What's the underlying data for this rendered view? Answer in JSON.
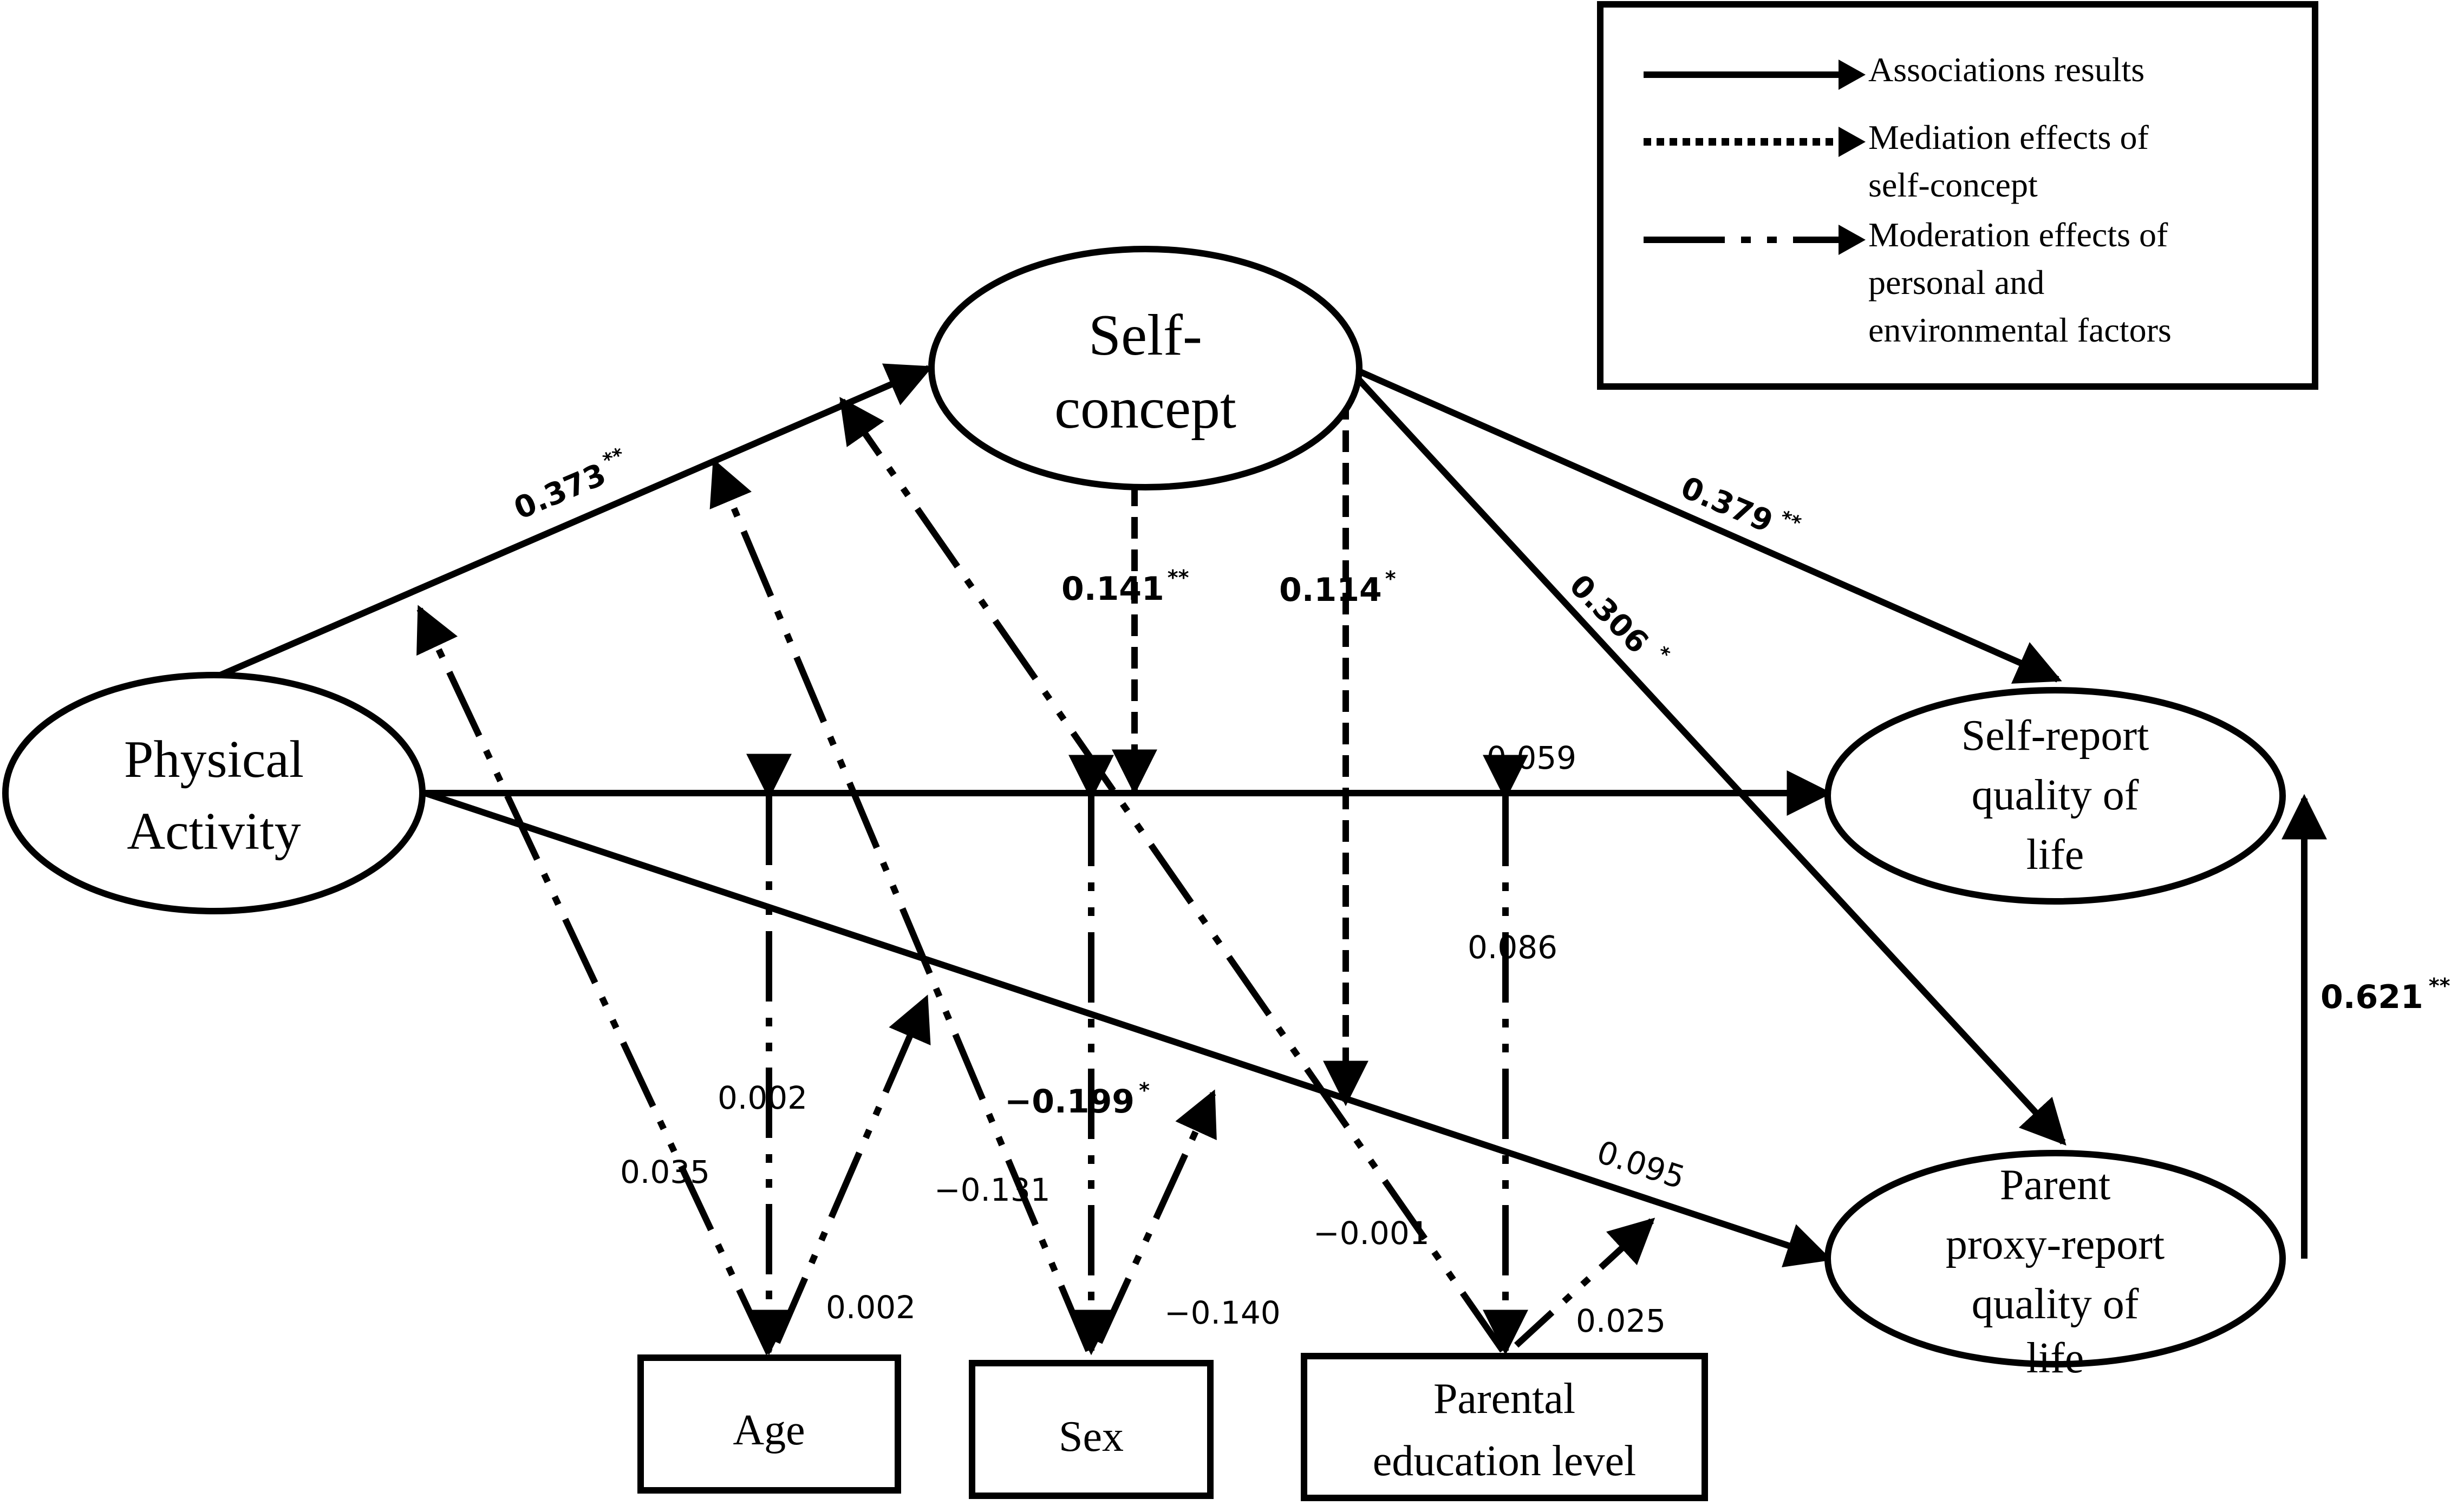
{
  "legend": {
    "items": [
      {
        "line": "solid",
        "label_lines": [
          "Associations results"
        ]
      },
      {
        "line": "dotted",
        "label_lines": [
          "Mediation effects of",
          "self-concept"
        ]
      },
      {
        "line": "dash-dot",
        "label_lines": [
          "Moderation effects of",
          "personal and",
          "environmental factors"
        ]
      }
    ]
  },
  "nodes": {
    "physical_activity": {
      "lines": [
        "Physical",
        "Activity"
      ]
    },
    "self_concept": {
      "lines": [
        "Self-",
        "concept"
      ]
    },
    "self_report_qol": {
      "lines": [
        "Self-report",
        "quality of",
        "life"
      ]
    },
    "parent_proxy_qol": {
      "lines": [
        "Parent",
        "proxy-report",
        "quality of",
        "life"
      ]
    },
    "age": {
      "lines": [
        "Age"
      ]
    },
    "sex": {
      "lines": [
        "Sex"
      ]
    },
    "parental_education": {
      "lines": [
        "Parental",
        "education level"
      ]
    }
  },
  "edges": {
    "pa_to_sc": {
      "value": "0.373",
      "sig": "**"
    },
    "sc_to_srqol": {
      "value": "0.379",
      "sig": "**"
    },
    "sc_to_ppqol": {
      "value": "0.306",
      "sig": "*"
    },
    "mediation_sr": {
      "value": "0.141",
      "sig": "**"
    },
    "mediation_pp": {
      "value": "0.114",
      "sig": "*"
    },
    "pa_to_srqol": {
      "value": "0.059",
      "sig": ""
    },
    "pa_to_ppqol": {
      "value": "0.095",
      "sig": ""
    },
    "srqol_ppqol": {
      "value": "0.621",
      "sig": "**"
    },
    "age_mod_sc": {
      "value": "0.035",
      "sig": ""
    },
    "age_mod_sr": {
      "value": "0.002",
      "sig": ""
    },
    "age_mod_pp": {
      "value": "0.002",
      "sig": ""
    },
    "sex_mod_sc": {
      "value": "−0.131",
      "sig": ""
    },
    "sex_mod_sr": {
      "value": "−0.199",
      "sig": "*"
    },
    "sex_mod_pp": {
      "value": "−0.140",
      "sig": ""
    },
    "edu_mod_sc": {
      "value": "−0.001",
      "sig": ""
    },
    "edu_mod_sr": {
      "value": "0.086",
      "sig": ""
    },
    "edu_mod_pp": {
      "value": "0.025",
      "sig": ""
    }
  },
  "colors": {
    "ink": "#000000",
    "background": "#ffffff"
  }
}
